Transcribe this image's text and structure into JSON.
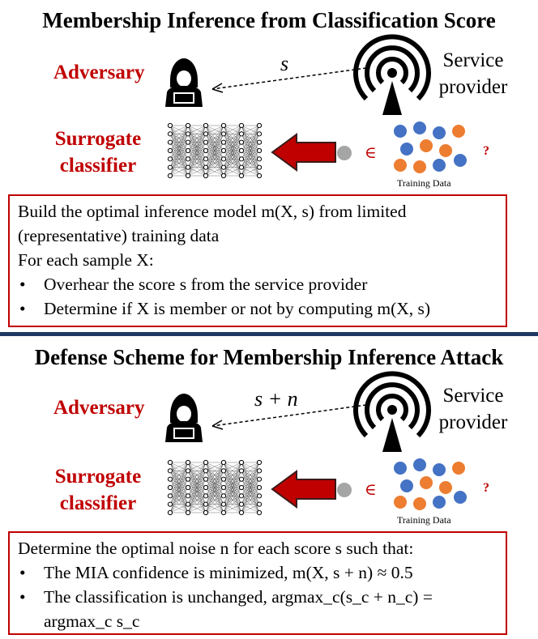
{
  "panel_top": {
    "title": "Membership Inference from Classification Score",
    "adversary_label": "Adversary",
    "surrogate_label_1": "Surrogate",
    "surrogate_label_2": "classifier",
    "provider_label_1": "Service",
    "provider_label_2": "provider",
    "arrow_label": "s",
    "member_symbol": "∈",
    "question_mark": "?",
    "training_data_label": "Training Data",
    "box_lines": [
      "Build  the optimal inference model m(X, s) from limited",
      "(representative) training data",
      "For each sample X:",
      "Overhear the score s from the service provider",
      "Determine if X is member or not by computing m(X, s)"
    ],
    "bullet": "•"
  },
  "panel_bottom": {
    "title": "Defense Scheme for Membership Inference Attack",
    "adversary_label": "Adversary",
    "surrogate_label_1": "Surrogate",
    "surrogate_label_2": "classifier",
    "provider_label_1": "Service",
    "provider_label_2": "provider",
    "arrow_label": "s + n",
    "member_symbol": "∈",
    "question_mark": "?",
    "training_data_label": "Training Data",
    "box_lines": [
      "Determine the optimal noise n for each score s such that:",
      "The MIA confidence is minimized, m(X, s + n) ≈ 0.5",
      "The classification is unchanged, argmax_c(s_c + n_c) =",
      "argmax_c s_c"
    ],
    "bullet": "•"
  },
  "colors": {
    "accent_red": "#c00000",
    "dot_blue": "#4472c4",
    "dot_orange": "#ed7d31",
    "dot_gray": "#a5a5a5",
    "divider": "#1f3764"
  },
  "icons": [
    "hacker-icon",
    "wireless-signal-icon",
    "neural-network-icon",
    "big-left-arrow-icon"
  ]
}
